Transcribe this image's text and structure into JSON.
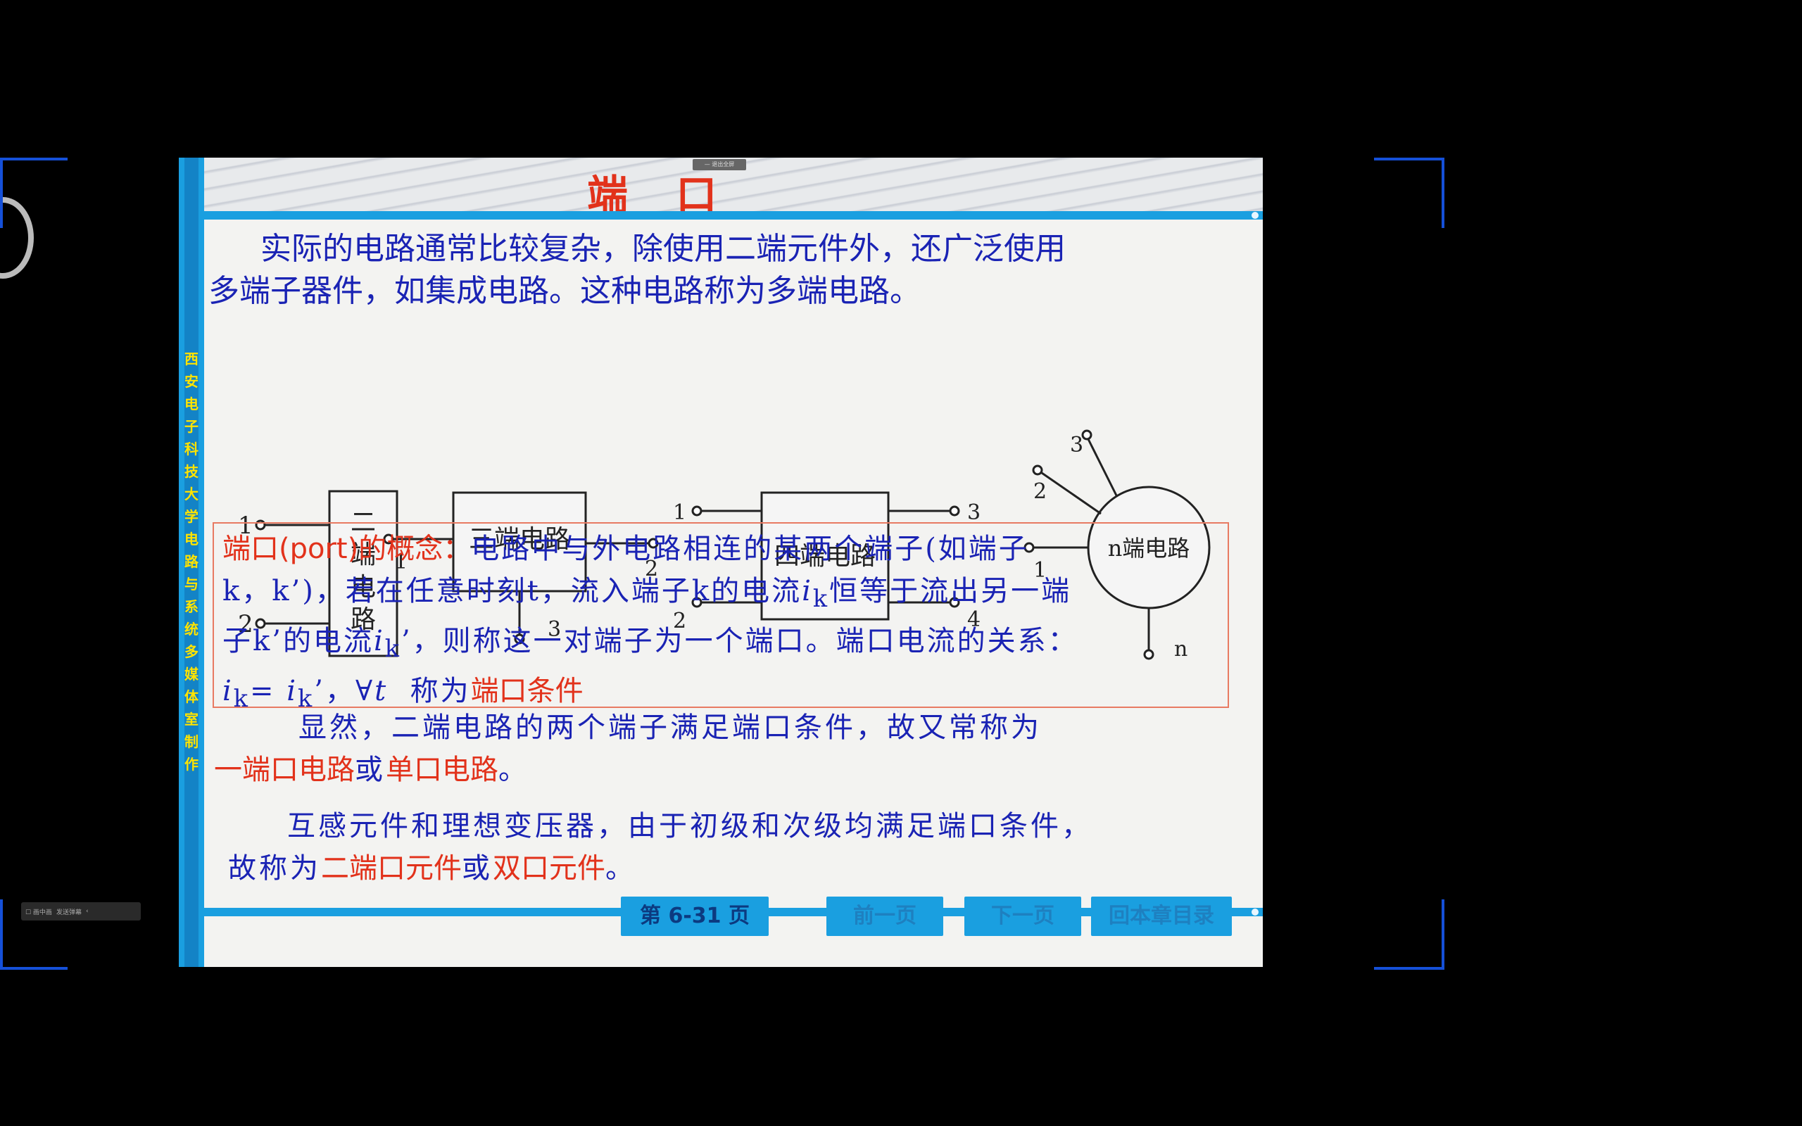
{
  "slide": {
    "title": "端 口",
    "side_text": "西安电子科技大学电路与系统多媒体室制作",
    "intro": {
      "line1": "实际的电路通常比较复杂，除使用二端元件外，还广泛使用",
      "line2": "多端子器件，如集成电路。这种电路称为多端电路。"
    },
    "diagram": {
      "two_terminal": {
        "label_chars": [
          "二",
          "端",
          "电",
          "路"
        ],
        "pins": [
          "1",
          "2"
        ]
      },
      "three_terminal": {
        "label": "三端电路",
        "pins": [
          "1",
          "2",
          "3"
        ]
      },
      "four_terminal": {
        "label": "四端电路",
        "pins": [
          "1",
          "2",
          "3",
          "4"
        ]
      },
      "n_terminal": {
        "label": "n端电路",
        "pins": [
          "1",
          "2",
          "3",
          "n"
        ]
      }
    },
    "concept": {
      "heading": "端口(port)的概念：",
      "line1_rest": "电路中与外电路相连的某两个端子(如端子",
      "line2": "k，k’)，若在任意时刻t，流入端子k的电流",
      "line2_ik": "i",
      "line2_k": "k",
      "line2_rest": "恒等于流出另一端",
      "line3a": "子k’的电流",
      "line3_ik": "i",
      "line3_k": "k",
      "line3b": "’，则称这一对端子为一个端口。端口电流的关系：",
      "line4_i1": "i",
      "line4_k1": "k",
      "line4_eq": "= ",
      "line4_i2": "i",
      "line4_k2": "k",
      "line4_mid": "’，∀",
      "line4_t": "t",
      "line4_tail": "称为",
      "line4_red": "端口条件"
    },
    "para3": {
      "line1": "显然，二端电路的两个端子满足端口条件，故又常称为",
      "red1": "一端口电路",
      "mid": "或",
      "red2": "单口电路",
      "end": "。"
    },
    "para4": {
      "line1": "互感元件和理想变压器，由于初级和次级均满足端口条件，",
      "prefix": "故称为",
      "red1": "二端口元件",
      "mid": "或",
      "red2": "双口元件",
      "end": "。"
    },
    "footer": {
      "page": "第 6-31 页",
      "prev": "前一页",
      "next": "下一页",
      "back": "回本章目录"
    }
  },
  "overlay": {
    "top_tab": "—  退出全屏",
    "mini_toolbar": [
      "☐ 画中画",
      "发送弹幕",
      "‹"
    ]
  },
  "colors": {
    "blue_text": "#1a23b4",
    "red_text": "#e2321b",
    "bar_blue": "#1a9fe0",
    "bracket_blue": "#1550d8"
  }
}
